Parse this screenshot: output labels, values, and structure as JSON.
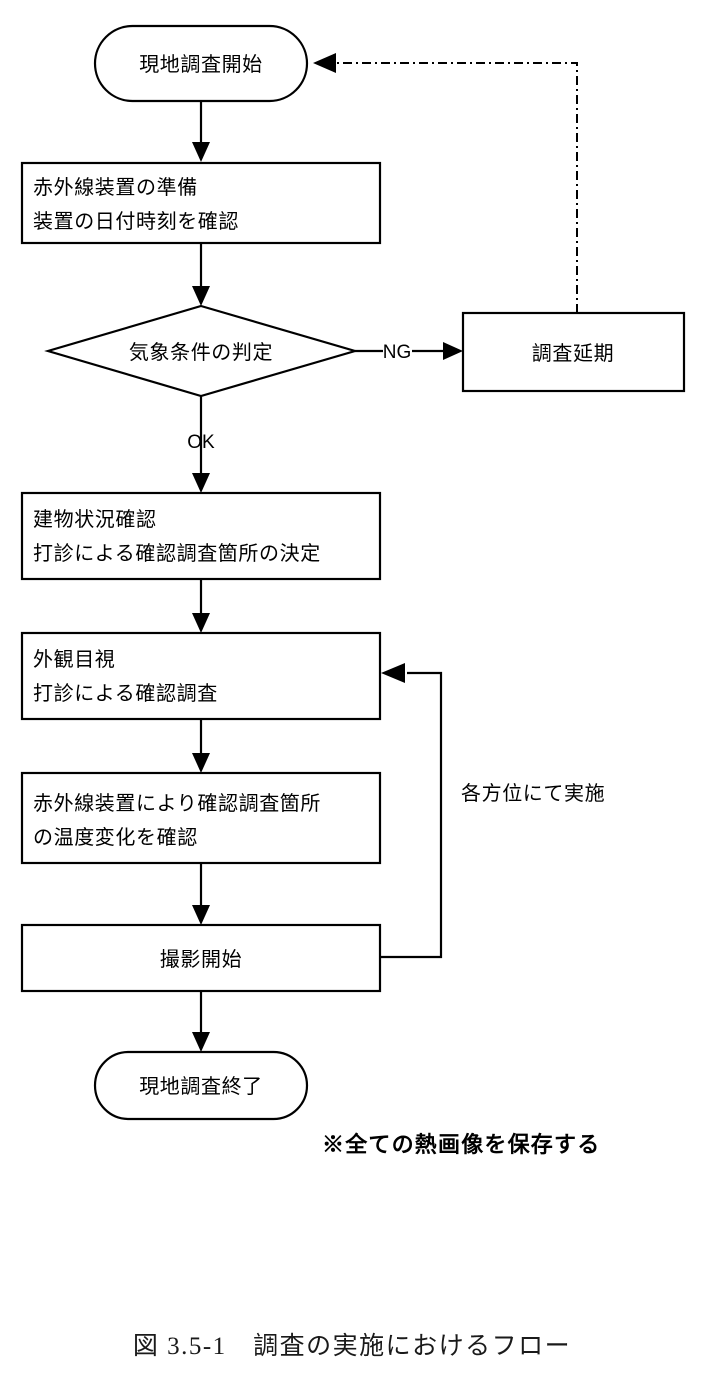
{
  "figure": {
    "caption": "図 3.5-1　調査の実施におけるフロー"
  },
  "diagram": {
    "type": "flowchart",
    "title": "調査の実施におけるフロー",
    "nodes": [
      {
        "id": "start",
        "shape": "terminator",
        "lines": [
          "現地調査開始"
        ],
        "align": "center"
      },
      {
        "id": "prepare",
        "shape": "process",
        "lines": [
          "赤外線装置の準備",
          "装置の日付時刻を確認"
        ],
        "align": "left"
      },
      {
        "id": "weather",
        "shape": "decision",
        "lines": [
          "気象条件の判定"
        ],
        "align": "center"
      },
      {
        "id": "postpone",
        "shape": "process",
        "lines": [
          "調査延期"
        ],
        "align": "center"
      },
      {
        "id": "survey",
        "shape": "process",
        "lines": [
          "建物状況確認",
          "打診による確認調査箇所の決定"
        ],
        "align": "left"
      },
      {
        "id": "visual",
        "shape": "process",
        "lines": [
          "外観目視",
          "打診による確認調査"
        ],
        "align": "left"
      },
      {
        "id": "thermal",
        "shape": "process",
        "lines": [
          "赤外線装置により確認調査箇所",
          "の温度変化を確認"
        ],
        "align": "left"
      },
      {
        "id": "shoot",
        "shape": "process",
        "lines": [
          "撮影開始"
        ],
        "align": "center"
      },
      {
        "id": "end",
        "shape": "terminator",
        "lines": [
          "現地調査終了"
        ],
        "align": "center"
      }
    ],
    "edge_labels": {
      "ng": "NG",
      "ok": "OK"
    },
    "loop_label": "各方位にて実施",
    "note": "※全ての熱画像を保存する"
  }
}
